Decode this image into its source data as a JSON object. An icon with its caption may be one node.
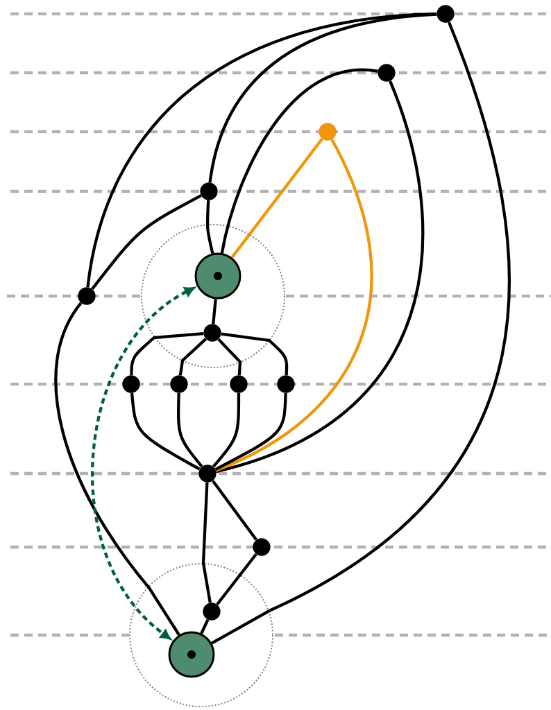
{
  "diagram": {
    "nodes": [
      {
        "text": [],
        "shape": "circle"
      },
      {
        "text": [],
        "shape": "circle"
      },
      {
        "text": [],
        "shape": "circle"
      },
      {
        "text": [],
        "shape": "circle"
      },
      {
        "text": [],
        "shape": "circle"
      },
      {
        "text": [],
        "shape": "circle"
      },
      {
        "text": [],
        "shape": "circle"
      },
      {
        "text": [],
        "shape": "circle"
      },
      {
        "text": [],
        "shape": "circle"
      },
      {
        "text": [],
        "shape": "circle"
      },
      {
        "text": [],
        "shape": "circle"
      },
      {
        "text": [],
        "shape": "circle"
      },
      {
        "text": [],
        "shape": "circle"
      },
      {
        "text": [],
        "shape": "circle"
      },
      {
        "text": [],
        "shape": "circle"
      }
    ],
    "edges": [
      {
        "from": 0,
        "to": 3,
        "arrow": "none"
      },
      {
        "from": 0,
        "to": 5,
        "arrow": "none"
      },
      {
        "from": 0,
        "to": 14,
        "arrow": "none"
      },
      {
        "from": 1,
        "to": 4,
        "arrow": "none"
      },
      {
        "from": 1,
        "to": 11,
        "arrow": "none"
      },
      {
        "from": 2,
        "to": 4,
        "arrow": "none",
        "color": "#f0960a"
      },
      {
        "from": 2,
        "to": 11,
        "arrow": "none",
        "color": "#f0960a"
      },
      {
        "from": 3,
        "to": 4,
        "arrow": "none"
      },
      {
        "from": 3,
        "to": 5,
        "arrow": "none"
      },
      {
        "from": 4,
        "to": 6,
        "arrow": "none"
      },
      {
        "from": 5,
        "to": 14,
        "arrow": "none"
      },
      {
        "from": 6,
        "to": 7,
        "arrow": "none"
      },
      {
        "from": 6,
        "to": 8,
        "arrow": "none"
      },
      {
        "from": 6,
        "to": 9,
        "arrow": "none"
      },
      {
        "from": 6,
        "to": 10,
        "arrow": "none"
      },
      {
        "from": 7,
        "to": 11,
        "arrow": "none"
      },
      {
        "from": 8,
        "to": 11,
        "arrow": "none"
      },
      {
        "from": 9,
        "to": 11,
        "arrow": "none"
      },
      {
        "from": 10,
        "to": 11,
        "arrow": "none"
      },
      {
        "from": 11,
        "to": 13,
        "arrow": "none"
      },
      {
        "from": 11,
        "to": 12,
        "arrow": "none"
      },
      {
        "from": 12,
        "to": 13,
        "arrow": "none"
      },
      {
        "from": 13,
        "to": 14,
        "arrow": "none"
      },
      {
        "from": 4,
        "to": 14,
        "arrow": "both",
        "style": "dashed",
        "color": "#005f3c"
      }
    ]
  }
}
